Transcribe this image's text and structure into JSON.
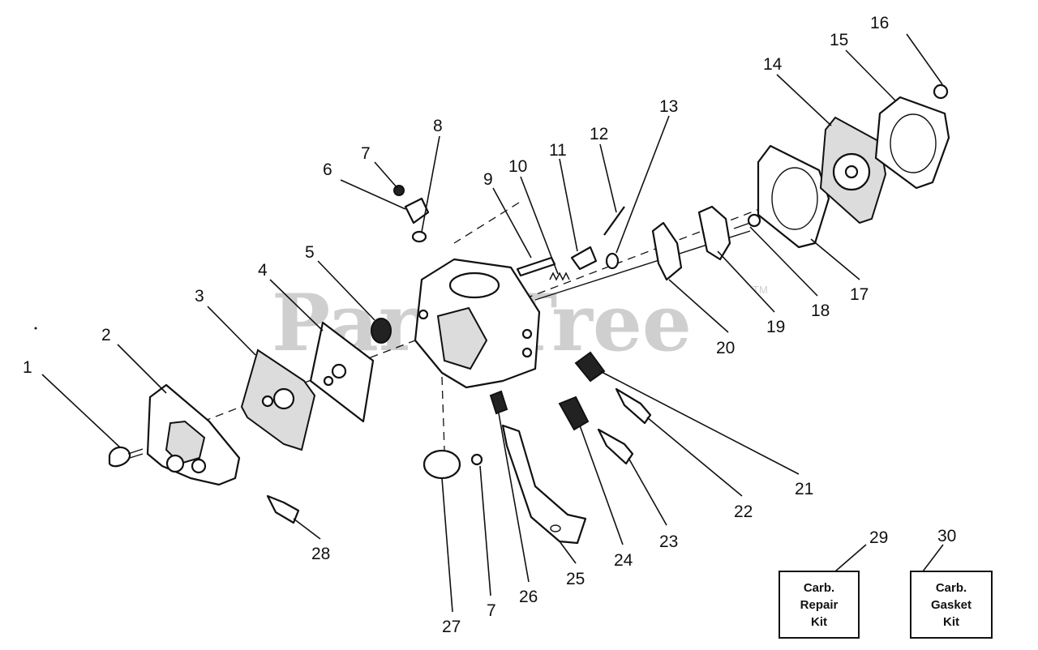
{
  "watermark": "PartsTree",
  "watermark_tm": "TM",
  "callouts": {
    "1": "1",
    "2": "2",
    "3": "3",
    "4": "4",
    "5": "5",
    "6": "6",
    "7a": "7",
    "7b": "7",
    "8": "8",
    "9": "9",
    "10": "10",
    "11": "11",
    "12": "12",
    "13": "13",
    "14": "14",
    "15": "15",
    "16": "16",
    "17": "17",
    "18": "18",
    "19": "19",
    "20": "20",
    "21": "21",
    "22": "22",
    "23": "23",
    "24": "24",
    "25": "25",
    "26": "26",
    "27": "27",
    "28": "28",
    "29": "29",
    "30": "30"
  },
  "kits": {
    "repair": {
      "number": "29",
      "line1": "Carb.",
      "line2": "Repair",
      "line3": "Kit"
    },
    "gasket": {
      "number": "30",
      "line1": "Carb.",
      "line2": "Gasket",
      "line3": "Kit"
    }
  }
}
